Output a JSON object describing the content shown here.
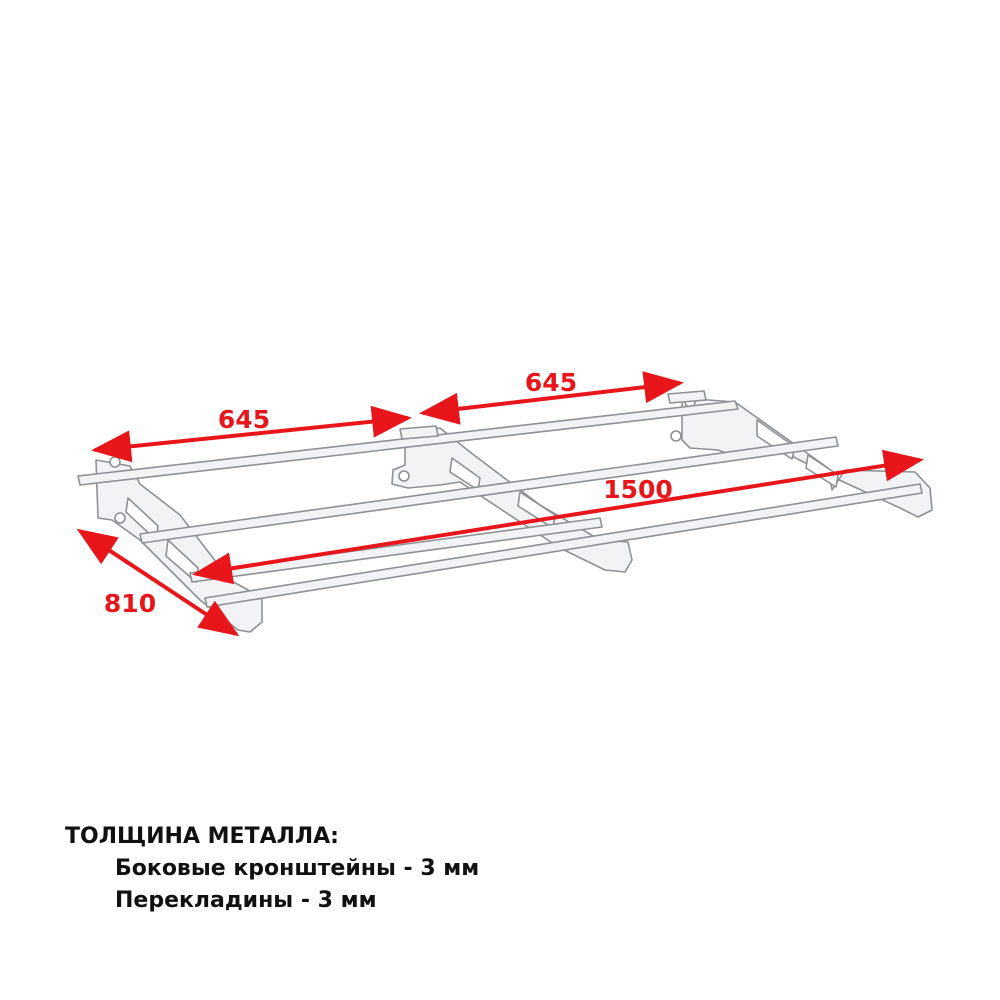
{
  "dimensions": {
    "left_width": "645",
    "right_width": "645",
    "length": "1500",
    "depth": "810"
  },
  "spec": {
    "title": "ТОЛЩИНА МЕТАЛЛА:",
    "lines": [
      "Боковые кронштейны - 3 мм",
      "Перекладины - 3 мм"
    ]
  },
  "colors": {
    "dimension": "#e8161b",
    "frame_fill": "#f2f3f4",
    "frame_stroke": "#8d9195",
    "text": "#111111"
  }
}
